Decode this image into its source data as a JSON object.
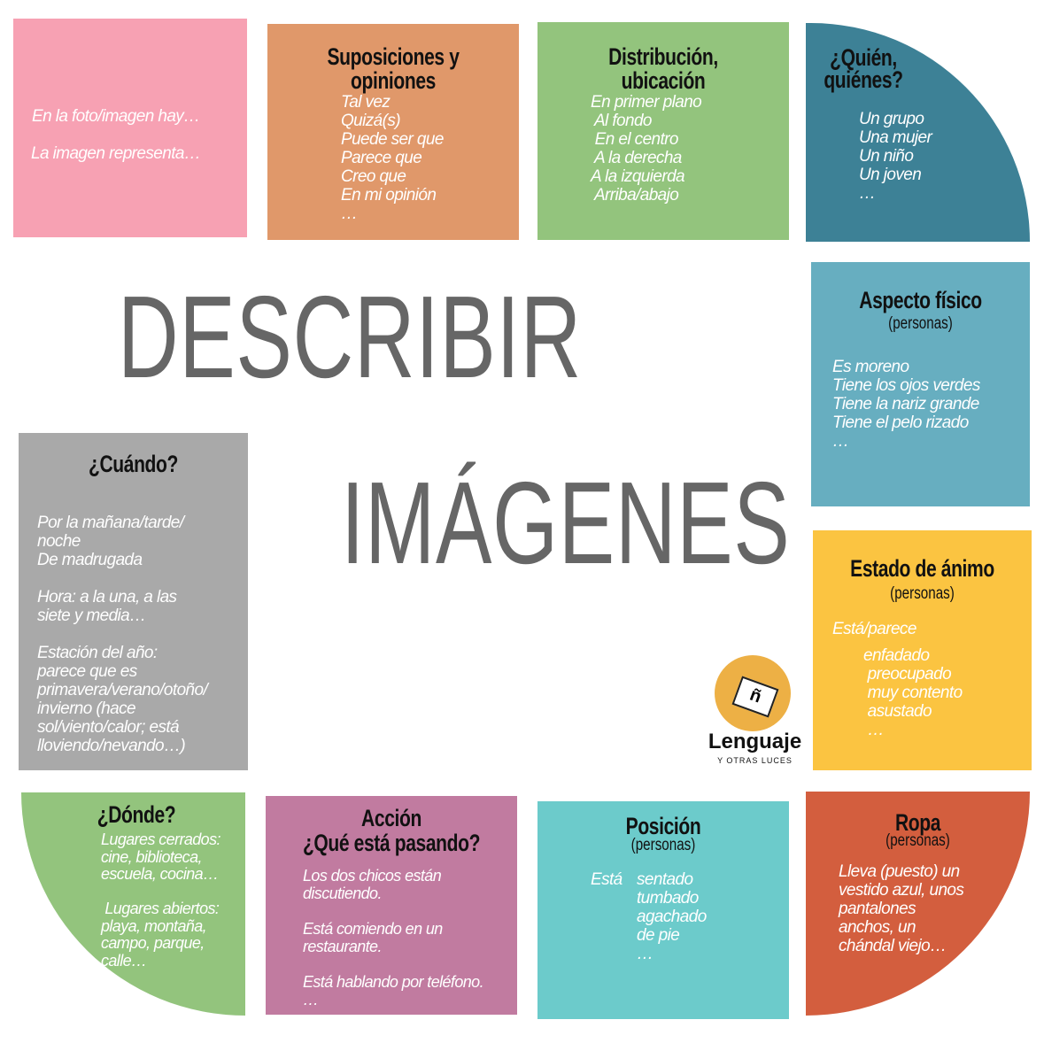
{
  "title": {
    "line1": "DESCRIBIR",
    "line2": "IMÁGENES"
  },
  "logo": {
    "text": "Lenguaje",
    "subtext": "Y OTRAS LUCES",
    "letter": "ñ"
  },
  "cards": {
    "intro": {
      "items": [
        "En la foto/imagen hay…",
        "La imagen representa…"
      ],
      "color": "#F7A1B3"
    },
    "suposiciones": {
      "title": "Suposiciones y opiniones",
      "items": [
        "Tal vez",
        "Quizá(s)",
        "Puede ser que",
        "Parece que",
        "Creo que",
        "En mi opinión",
        "…"
      ],
      "color": "#E0986A"
    },
    "distribucion": {
      "title": "Distribución, ubicación",
      "items": [
        "En primer plano",
        " Al fondo",
        " En el centro",
        " A la derecha",
        "A la izquierda",
        " Arriba/abajo"
      ],
      "color": "#93C47D"
    },
    "quien": {
      "title": "¿Quién,",
      "title2": "quiénes?",
      "items": [
        "Un grupo",
        "Una mujer",
        "Un niño",
        "Un joven",
        "…"
      ],
      "color": "#3D8196"
    },
    "aspecto": {
      "title": "Aspecto físico",
      "subtitle": "(personas)",
      "items": [
        "Es moreno",
        "Tiene los ojos verdes",
        "Tiene la nariz grande",
        "Tiene el pelo rizado",
        "…"
      ],
      "color": "#67AEC0"
    },
    "animo": {
      "title": "Estado de ánimo",
      "subtitle": "(personas)",
      "lead": "Está/parece",
      "items": [
        "enfadado",
        " preocupado",
        " muy contento",
        " asustado",
        " …"
      ],
      "color": "#FBC441"
    },
    "ropa": {
      "title": "Ropa",
      "subtitle": "(personas)",
      "items": [
        "Lleva (puesto) un",
        "vestido azul, unos",
        "pantalones",
        "anchos, un",
        "chándal viejo…"
      ],
      "color": "#D35E3E"
    },
    "posicion": {
      "title": "Posición",
      "subtitle": "(personas)",
      "lead": "Está",
      "items": [
        "sentado",
        "tumbado",
        "agachado",
        "de pie",
        "…"
      ],
      "color": "#6CCBCB"
    },
    "accion": {
      "title": "Acción",
      "title2": "¿Qué está pasando?",
      "items": [
        "Los dos chicos están",
        "discutiendo.",
        "",
        "Está comiendo en un",
        "restaurante.",
        "",
        "Está hablando por teléfono.",
        "…"
      ],
      "color": "#C17BA0"
    },
    "donde": {
      "title": "¿Dónde?",
      "items": [
        "Lugares cerrados:",
        "cine, biblioteca,",
        "escuela, cocina…",
        "",
        " Lugares abiertos:",
        "playa, montaña,",
        "campo, parque,",
        "calle…"
      ],
      "color": "#93C47D"
    },
    "cuando": {
      "title": "¿Cuándo?",
      "items": [
        "Por la mañana/tarde/",
        "noche",
        "De madrugada",
        "",
        "Hora: a la una, a las",
        "siete y media…",
        "",
        "Estación del año:",
        "parece que es",
        "primavera/verano/otoño/",
        "invierno (hace",
        "sol/viento/calor; está",
        "lloviendo/nevando…)"
      ],
      "color": "#A9A9A9"
    }
  }
}
